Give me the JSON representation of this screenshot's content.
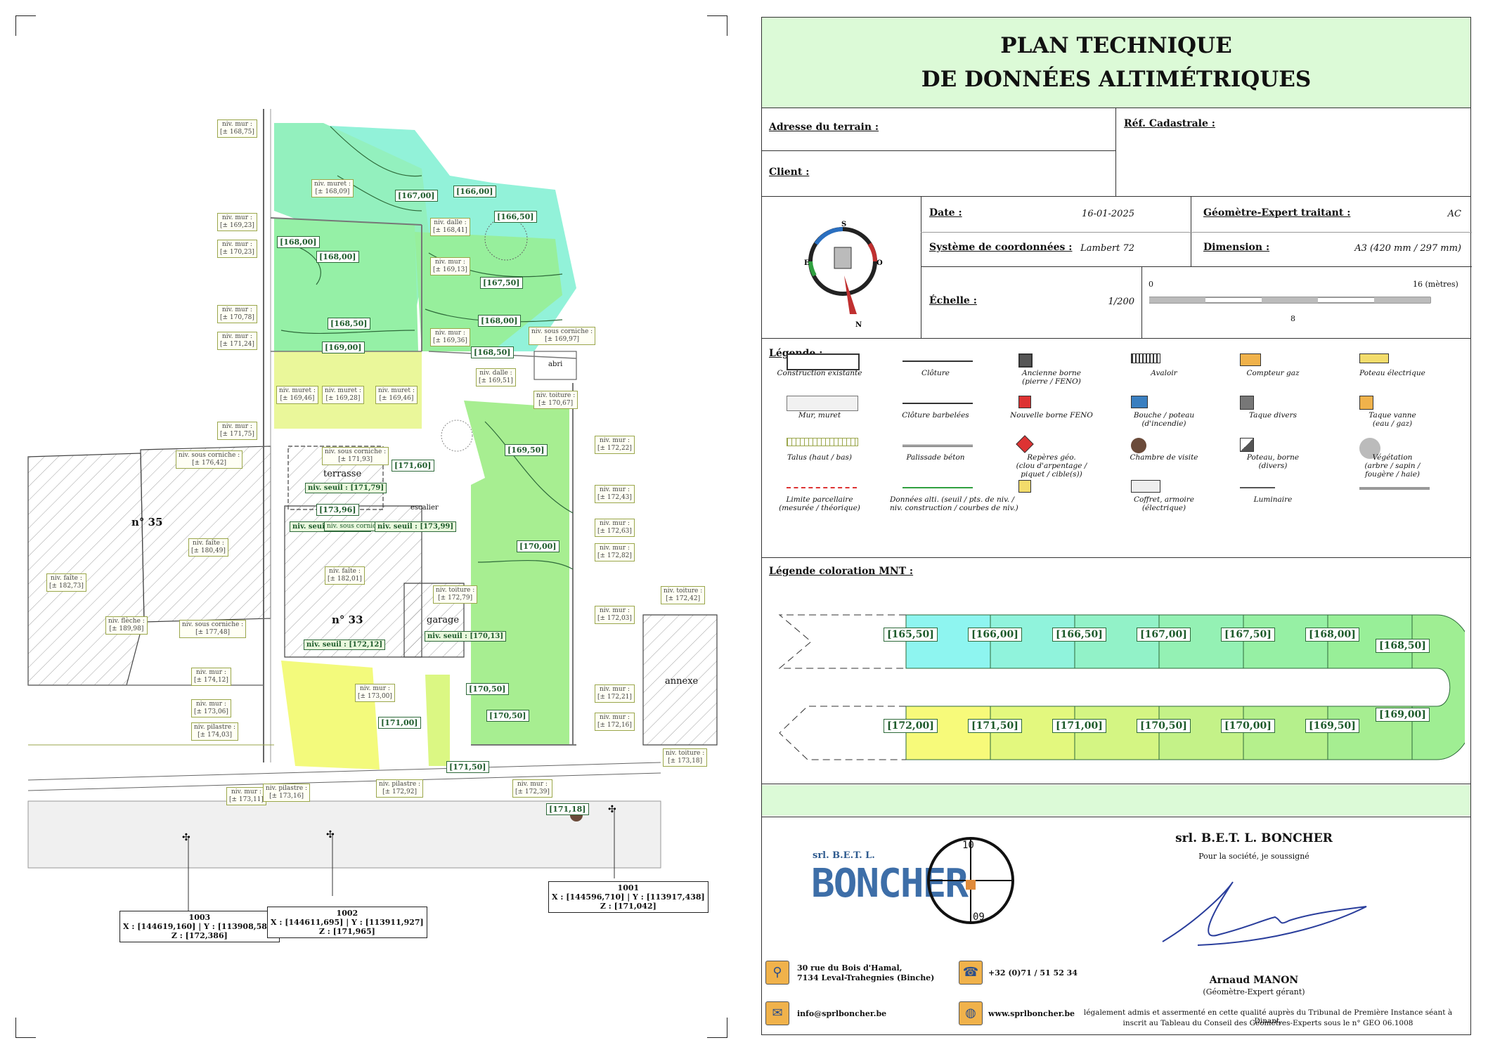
{
  "title": {
    "line1": "PLAN TECHNIQUE",
    "line2": "DE DONNÉES ALTIMÉTRIQUES"
  },
  "fields": {
    "adresse_label": "Adresse du terrain :",
    "ref_label": "Réf. Cadastrale :",
    "client_label": "Client :",
    "date_label": "Date :",
    "date_value": "16-01-2025",
    "geometre_label": "Géomètre-Expert traitant :",
    "geometre_value": "AC",
    "systeme_label": "Système de coordonnées :",
    "systeme_value": "Lambert 72",
    "dimension_label": "Dimension :",
    "dimension_value": "A3 (420 mm / 297 mm)",
    "echelle_label": "Échelle :",
    "echelle_value": "1/200",
    "scale_start": "0",
    "scale_mid": "8",
    "scale_end": "16 (mètres)"
  },
  "legend": {
    "title": "Légende :",
    "items": [
      "Construction existante",
      "Clôture",
      "Ancienne borne\n(pierre / FENO)",
      "Avaloir",
      "Compteur gaz",
      "Poteau électrique",
      "Mur, muret",
      "Clôture barbelées",
      "Nouvelle borne FENO",
      "Bouche / poteau\n(d'incendie)",
      "Taque divers",
      "Taque vanne\n(eau / gaz)",
      "Talus (haut / bas)",
      "Palissade béton",
      "Repères géo.\n(clou d'arpentage /\npiquet / cible(s))",
      "Chambre de visite",
      "Poteau, borne\n(divers)",
      "Végétation\n(arbre / sapin /\nfougère / haie)",
      "Limite parcellaire\n(mesurée / théorique)",
      "Données alti. (seuil / pts. de niv. /\nniv. construction / courbes de niv.)",
      "",
      "Coffret, armoire\n(électrique)",
      "Luminaire",
      ""
    ]
  },
  "mnt": {
    "title": "Légende coloration MNT :",
    "top": [
      "[165,50]",
      "[166,00]",
      "[166,50]",
      "[167,00]",
      "[167,50]",
      "[168,00]"
    ],
    "turn_top": "[168,50]",
    "turn_bottom": "[169,00]",
    "bottom": [
      "[172,00]",
      "[171,50]",
      "[171,00]",
      "[170,50]",
      "[170,00]",
      "[169,50]"
    ],
    "colors_top": [
      "#8ef5f0",
      "#90f3dc",
      "#92f2c8",
      "#94f1b4",
      "#96f0a4",
      "#98ef98"
    ],
    "colors_bottom": [
      "#f7fa7a",
      "#e3f87e",
      "#d4f583",
      "#c4f288",
      "#b5f08c",
      "#a6ee91"
    ]
  },
  "company": {
    "logo_small": "srl. B.E.T. L.",
    "logo_main": "BONCHER",
    "logo_num_top": "10",
    "logo_num_bottom": "09",
    "name": "srl. B.E.T. L. BONCHER",
    "soussigne": "Pour la société, je soussigné",
    "signer": "Arnaud MANON",
    "signer_role": "(Géomètre-Expert gérant)",
    "legal_1": "légalement admis et assermenté en cette qualité auprès du Tribunal de Première Instance séant à Dinant,",
    "legal_2": "inscrit au Tableau du Conseil des Géomètres-Experts sous le n° GEO 06.1008",
    "address_1": "30 rue du Bois d'Hamal,",
    "address_2": "7134 Leval-Trahegnies (Binche)",
    "phone": "+32 (0)71 / 51 52 34",
    "email": "info@sprlboncher.be",
    "web": "www.sprlboncher.be"
  },
  "map": {
    "house_35": "n° 35",
    "house_33": "n° 33",
    "terrasse": "terrasse",
    "garage": "garage",
    "escalier": "escalier",
    "annexe": "annexe",
    "abri": "abri",
    "heights": [
      "[167,00]",
      "[166,00]",
      "[166,50]",
      "[168,00]",
      "[168,00]",
      "[167,50]",
      "[168,00]",
      "[168,50]",
      "[169,00]",
      "[168,50]",
      "[169,50]",
      "[170,00]",
      "[170,50]",
      "[170,50]",
      "[171,00]",
      "[171,50]",
      "[171,18]",
      "[171,60]",
      "[173,96]"
    ],
    "labels": [
      "niv. mur :\n[± 168,75]",
      "niv. muret :\n[± 168,09]",
      "niv. dalle :\n[± 168,41]",
      "niv. mur :\n[± 169,23]",
      "niv. mur :\n[± 170,23]",
      "niv. mur :\n[± 169,13]",
      "niv. mur :\n[± 170,78]",
      "niv. mur :\n[± 171,24]",
      "niv. mur :\n[± 169,36]",
      "niv. sous corniche :\n[± 169,97]",
      "niv. dalle :\n[± 169,51]",
      "niv. toiture :\n[± 170,67]",
      "niv. muret :\n[± 169,46]",
      "niv. muret :\n[± 169,28]",
      "niv. muret :\n[± 169,46]",
      "niv. mur :\n[± 171,75]",
      "niv. sous corniche :\n[± 176,42]",
      "niv. sous corniche :\n[± 171,93]",
      "niv. mur :\n[± 172,22]",
      "niv. mur :\n[± 172,43]",
      "niv. mur :\n[± 172,63]",
      "niv. mur :\n[± 172,82]",
      "niv. faîte :\n[± 180,49]",
      "niv. faîte :\n[± 182,01]",
      "niv. faîte :\n[± 182,73]",
      "niv. flèche :\n[± 189,98]",
      "niv. sous corniche :\n[± 177,48]",
      "niv. toiture :\n[± 172,79]",
      "niv. toiture :\n[± 172,42]",
      "niv. mur :\n[± 172,03]",
      "niv. mur :\n[± 174,12]",
      "niv. mur :\n[± 173,06]",
      "niv. pilastre :\n[± 174,03]",
      "niv. mur :\n[± 173,00]",
      "niv. mur :\n[± 172,21]",
      "niv. mur :\n[± 172,16]",
      "niv. mur :\n[± 173,11]",
      "niv. pilastre :\n[± 173,16]",
      "niv. pilastre :\n[± 172,92]",
      "niv. mur :\n[± 172,39]",
      "niv. toiture :\n[± 173,18]"
    ],
    "seuils": [
      "niv. seuil : [171,79]",
      "niv. seuil : [171,78]",
      "niv. sous corniche : [± 176,77]",
      "niv. seuil : [173,99]",
      "niv. seuil : [172,12]",
      "niv. seuil : [170,13]"
    ],
    "points": [
      {
        "id": "1003",
        "coords": "X : [144619,160] | Y : [113908,586]",
        "z": "Z : [172,386]"
      },
      {
        "id": "1002",
        "coords": "X : [144611,695] | Y : [113911,927]",
        "z": "Z : [171,965]"
      },
      {
        "id": "1001",
        "coords": "X : [144596,710] | Y : [113917,438]",
        "z": "Z : [171,042]"
      }
    ]
  }
}
